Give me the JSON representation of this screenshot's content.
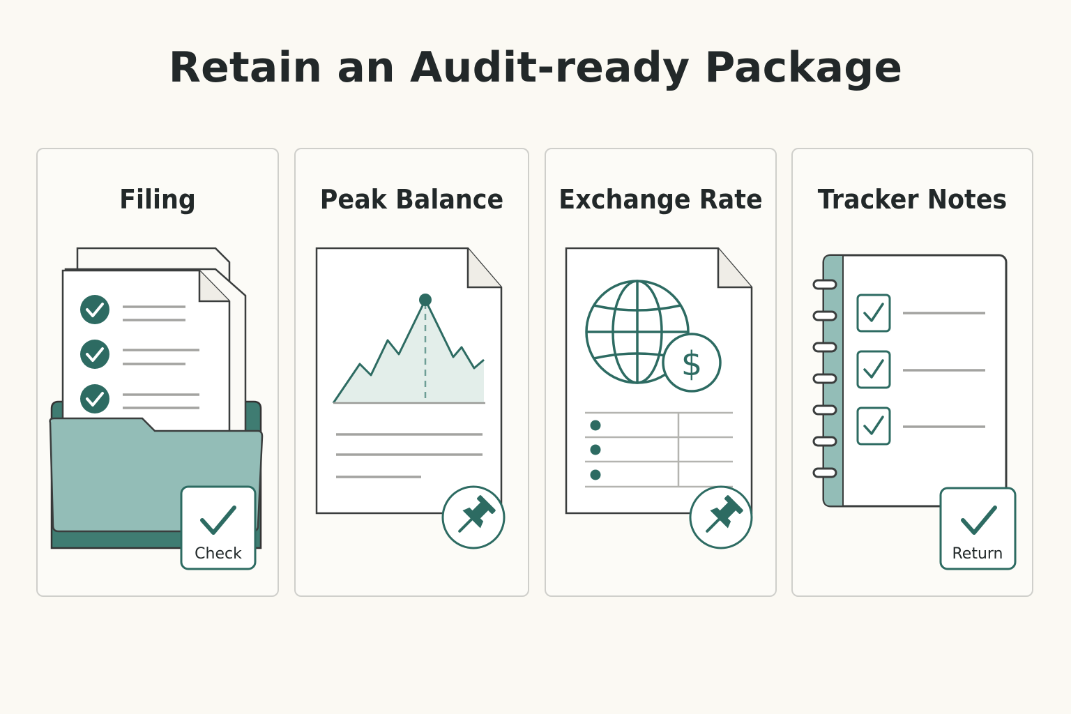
{
  "title": "Retain an Audit-ready Package",
  "panels": [
    {
      "title": "Filing",
      "badge": "Check"
    },
    {
      "title": "Peak Balance"
    },
    {
      "title": "Exchange Rate"
    },
    {
      "title": "Tracker Notes",
      "badge": "Return"
    }
  ],
  "colors": {
    "teal_dark": "#2d6b62",
    "teal_light": "#93bdb7",
    "teal_pale": "#e3eeea",
    "outline": "#3a3d3d",
    "background": "#fbf9f3"
  }
}
